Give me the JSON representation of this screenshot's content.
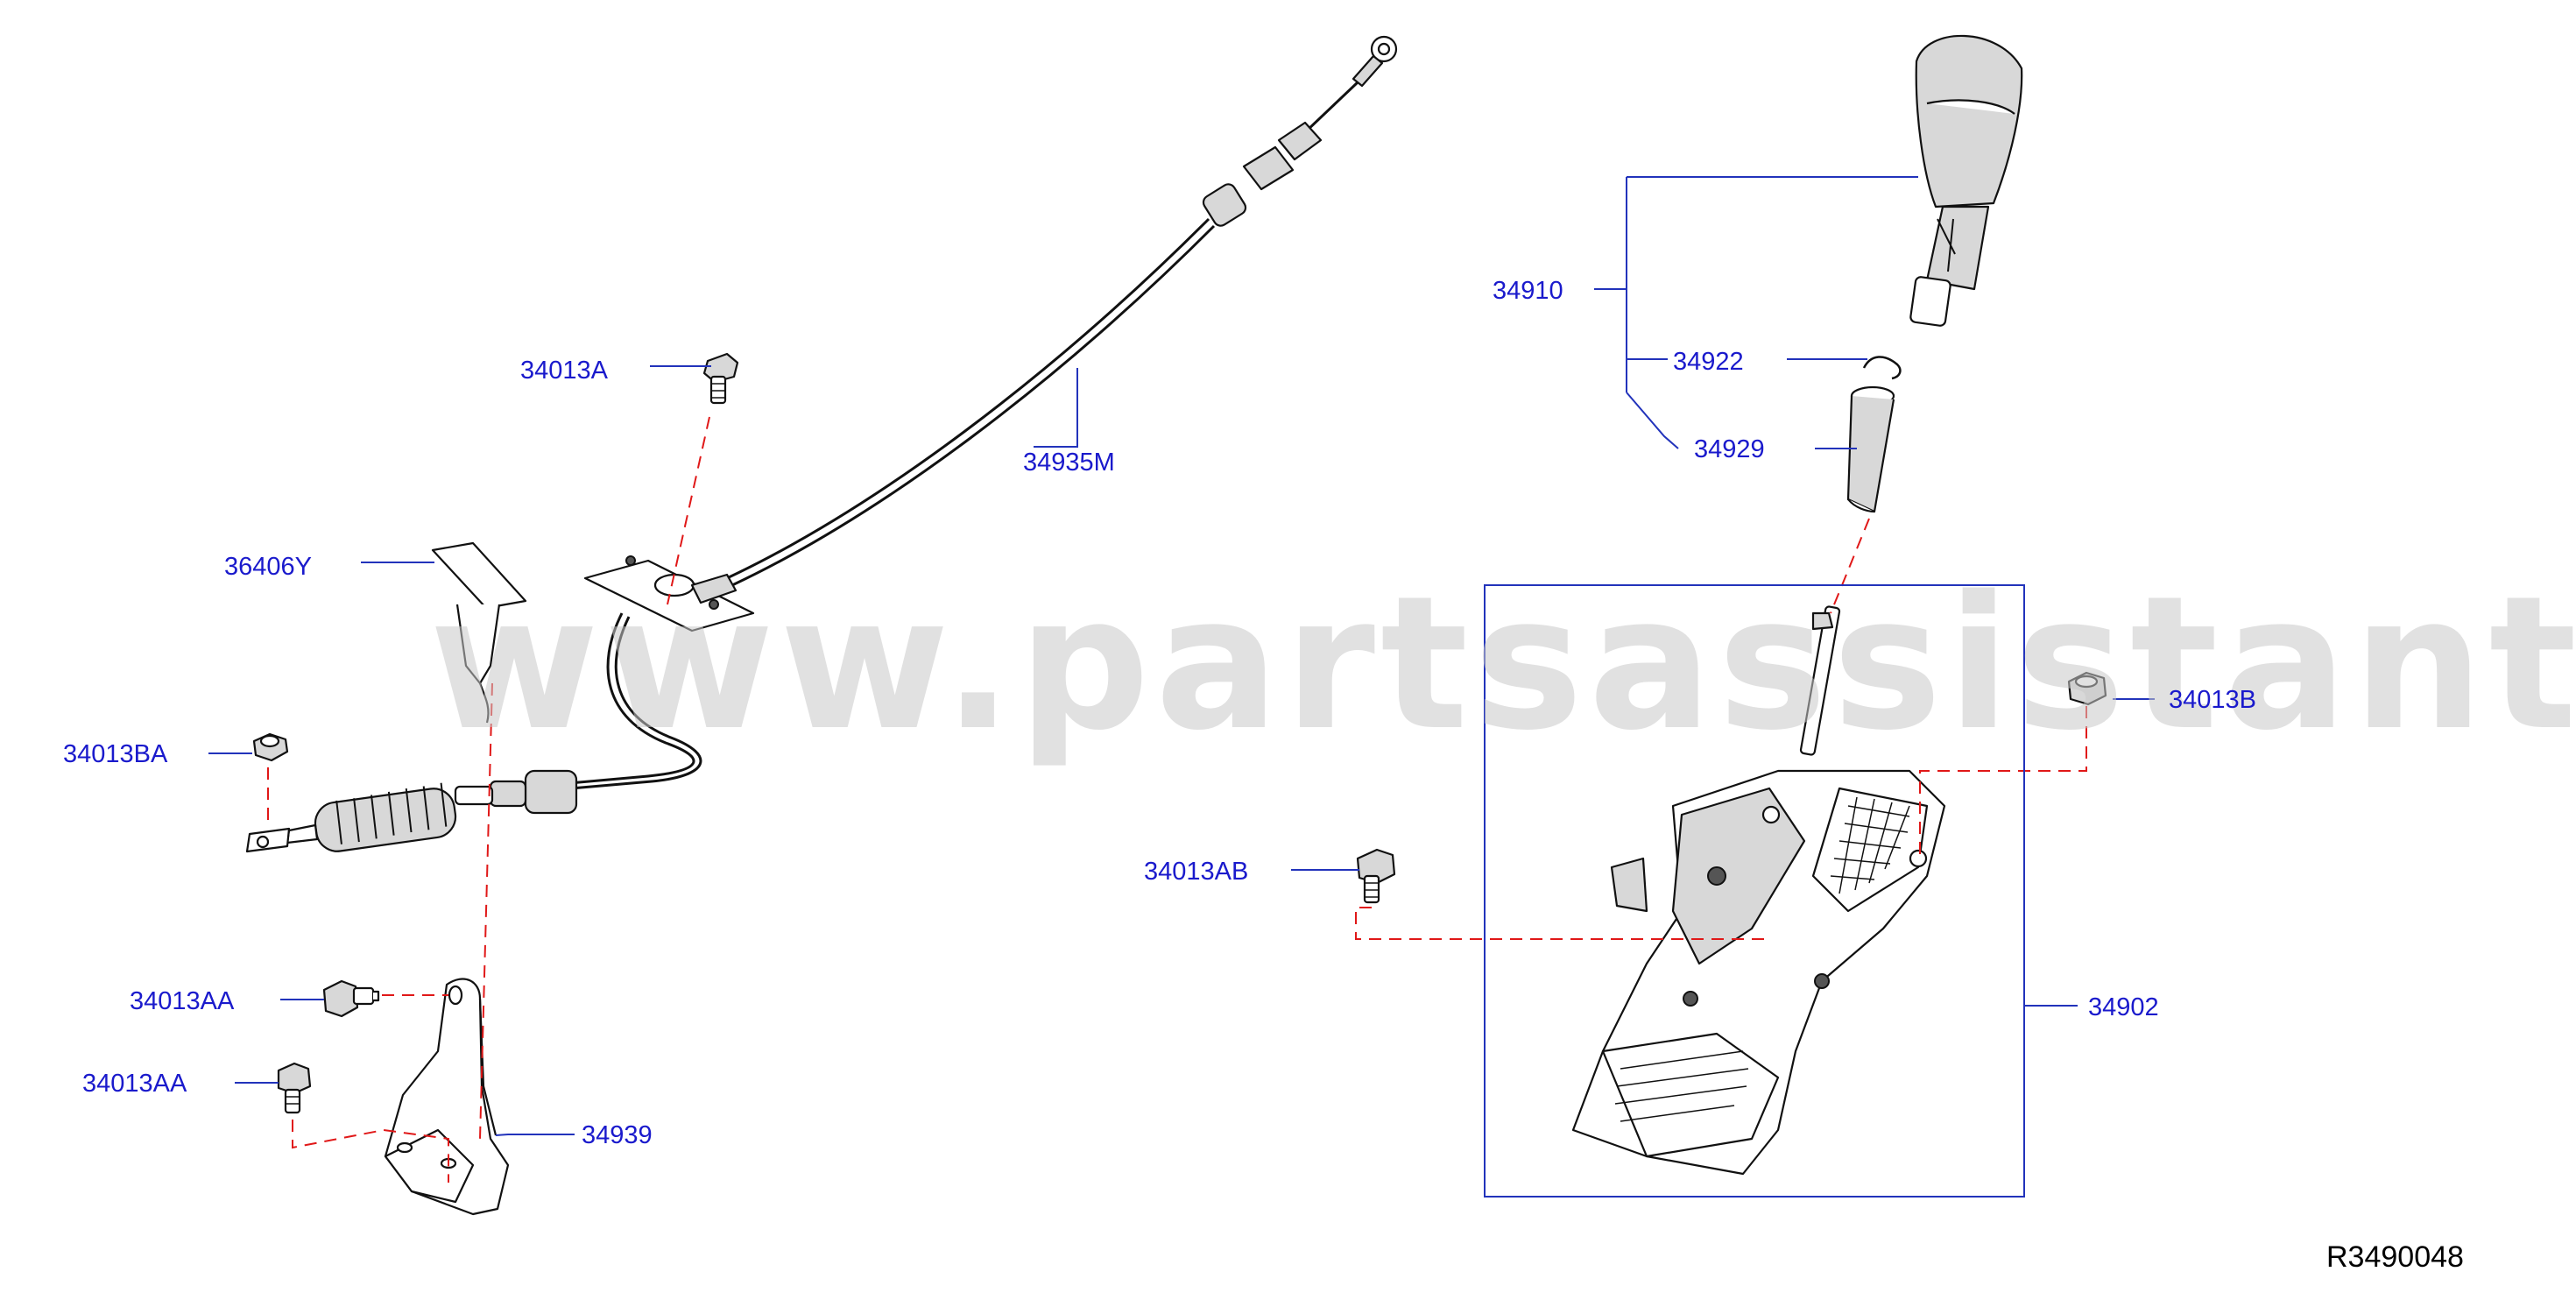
{
  "watermark": "www.partsassistant.com",
  "reference_code": "R3490048",
  "labels": {
    "l_34013A": "34013A",
    "l_34935M": "34935M",
    "l_36406Y": "36406Y",
    "l_34013BA": "34013BA",
    "l_34013AA_1": "34013AA",
    "l_34013AA_2": "34013AA",
    "l_34939": "34939",
    "l_34910": "34910",
    "l_34922": "34922",
    "l_34929": "34929",
    "l_34013B": "34013B",
    "l_34013AB": "34013AB",
    "l_34902": "34902"
  },
  "colors": {
    "label": "#1a1acc",
    "leader": "#2233bb",
    "dashed_guide": "#e01818",
    "line_art": "#111111",
    "watermark": "#c9c9c9"
  }
}
